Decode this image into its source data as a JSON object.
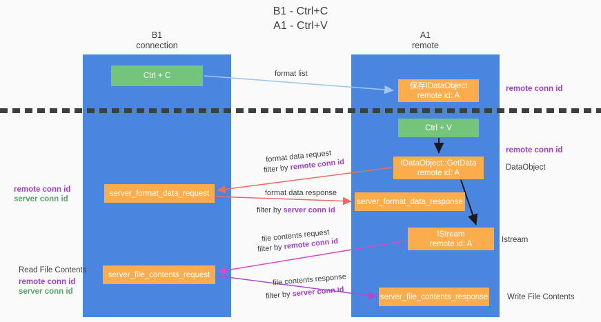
{
  "title": {
    "line1": "B1 - Ctrl+C",
    "line2": "A1 - Ctrl+V"
  },
  "columns": [
    {
      "name": "B1",
      "role": "connection",
      "color": "#4a86e0"
    },
    {
      "name": "A1",
      "role": "remote",
      "color": "#4a86e0"
    }
  ],
  "colors": {
    "column_blue": "#4a86e0",
    "box_green": "#74c47c",
    "box_orange": "#fbad4e",
    "purple_text": "#a13fc4",
    "green_text": "#5aa469",
    "dark_text": "#3c4043",
    "arrow_lightblue": "#9fc8ef",
    "arrow_red": "#ec6b5e",
    "arrow_magenta": "#d94ac4",
    "arrow_purple": "#b04ad0",
    "arrow_black": "#1a1a1a",
    "divider": "#3c4043",
    "page_bg": "#fafafa"
  },
  "boxes": {
    "ctrl_c": {
      "line1": "Ctrl + C",
      "line2": ""
    },
    "dataobject": {
      "line1": "保存IDataObject",
      "line2": "remote id: A"
    },
    "ctrl_v": {
      "line1": "Ctrl + V",
      "line2": ""
    },
    "getdata": {
      "line1": "IDataObject::GetData",
      "line2": "remote id: A"
    },
    "server_format_data_request": {
      "line1": "server_format_data_request",
      "line2": ""
    },
    "server_format_data_response": {
      "line1": "server_format_data_response",
      "line2": ""
    },
    "istream": {
      "line1": "IStream",
      "line2": "remote id: A"
    },
    "server_file_contents_request": {
      "line1": "server_file_contents_request",
      "line2": ""
    },
    "server_file_contents_response": {
      "line1": "server_file_contents_response",
      "line2": ""
    }
  },
  "arrow_labels": {
    "format_list": "format list",
    "format_data_request": "format data request",
    "format_data_request_filter_prefix": "filter by ",
    "format_data_request_filter_key": "remote conn id",
    "format_data_response": "format data response",
    "format_data_response_filter_prefix": "filter by ",
    "format_data_response_filter_key": "server conn id",
    "file_contents_request": "file contents request",
    "file_contents_request_filter_prefix": "filter by ",
    "file_contents_request_filter_key": "remote conn id",
    "file_contents_response": "file contents response",
    "file_contents_response_filter_prefix": "filter by ",
    "file_contents_response_filter_key": "server conn id"
  },
  "annotations": {
    "right_remote_conn_id_1": "remote conn id",
    "right_remote_conn_id_2": "remote conn id",
    "right_dataobject": "DataObject",
    "right_istream": "Istream",
    "right_write_file_contents": "Write File Contents",
    "left_remote_conn_id": "remote conn id",
    "left_server_conn_id": "server conn id",
    "left_read_file_contents": "Read File Contents",
    "left_remote_conn_id_2": "remote conn id",
    "left_server_conn_id_2": "server conn id"
  }
}
